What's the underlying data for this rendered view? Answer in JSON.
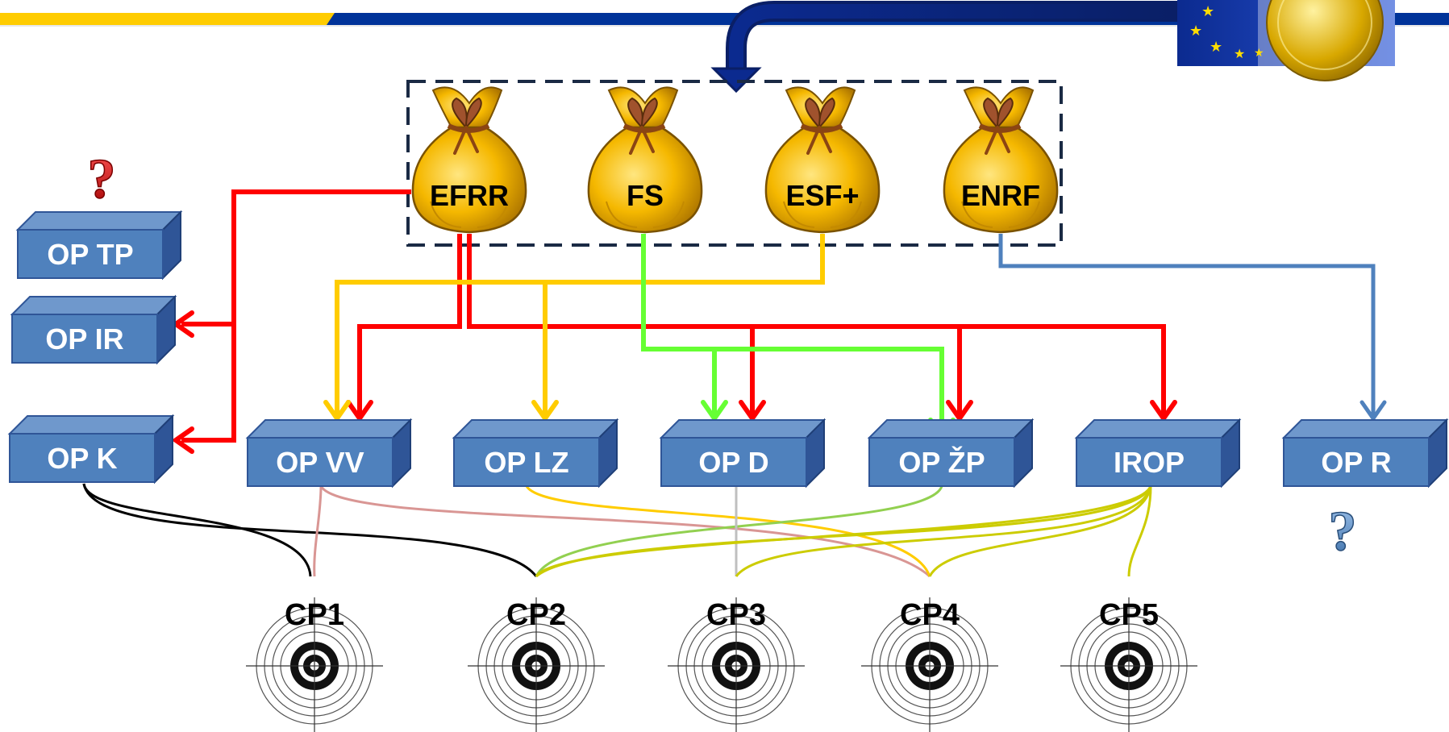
{
  "funds": {
    "efrr": "EFRR",
    "fs": "FS",
    "esf": "ESF+",
    "enrf": "ENRF"
  },
  "programmes": {
    "tp": "OP TP",
    "ir": "OP IR",
    "k": "OP K",
    "vv": "OP VV",
    "lz": "OP LZ",
    "d": "OP D",
    "zp": "OP ŽP",
    "irop": "IROP",
    "r": "OP R"
  },
  "goals": {
    "cp1": "CP1",
    "cp2": "CP2",
    "cp3": "CP3",
    "cp4": "CP4",
    "cp5": "CP5"
  },
  "marks": {
    "question": "?"
  },
  "colors": {
    "efrr_arrow": "#ff0000",
    "fs_arrow": "#66ff33",
    "esf_arrow": "#ffcc00",
    "enrf_arrow": "#4f81bd",
    "box_fill": "#4f81bd",
    "header_yellow": "#ffcc00",
    "header_blue": "#003399"
  }
}
